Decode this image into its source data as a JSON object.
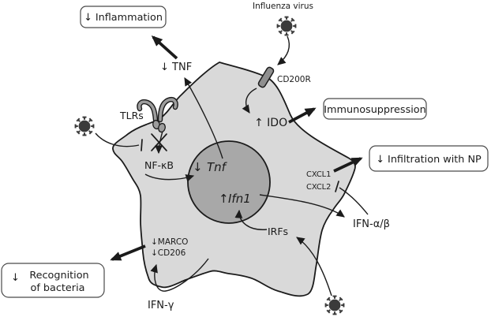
{
  "figure_type": "cell-signaling-pathway-diagram",
  "colors": {
    "background": "#ffffff",
    "cell_fill": "#d9d9d9",
    "nucleus_fill": "#a8a8a8",
    "virus_fill": "#3b3b3b",
    "receptor_gray": "#9d9d9d",
    "outline": "#1b1b1b",
    "box_border": "#4a4a4a"
  },
  "labels": {
    "influenza_virus": "Influenza virus",
    "cd200r": "CD200R",
    "ido": "↑ IDO",
    "tnf_secreted": "↓ TNF",
    "tlrs": "TLRs",
    "nfkb": "NF-κB",
    "cxcl1": "CXCL1",
    "cxcl2": "CXCL2",
    "ifn_alpha_beta": "IFN-α/β",
    "irfs": "IRFs",
    "marco": "↓MARCO",
    "cd206": "↓CD206",
    "ifn_gamma": "IFN-γ"
  },
  "nucleus": {
    "tnf_arrow": "↓",
    "tnf_gene": "Tnf",
    "ifn1_arrow": "↑",
    "ifn1_gene": "Ifn1"
  },
  "boxes": {
    "inflammation": "↓ Inflammation",
    "immunosuppression": "Immunosuppression",
    "infiltration": "↓ Infiltration with NP",
    "recognition_arrow": "↓",
    "recognition_line1": "Recognition",
    "recognition_line2": "of bacteria"
  },
  "relations": [
    {
      "source": "Influenza virus",
      "target": "CD200R",
      "type": "arrow"
    },
    {
      "source": "CD200R",
      "target": "↑ IDO",
      "type": "arrow"
    },
    {
      "source": "↑ IDO",
      "target": "Immunosuppression",
      "type": "thick-arrow"
    },
    {
      "source": "Influenza virus",
      "target": "TLR signaling",
      "type": "inhibition"
    },
    {
      "source": "TLRs",
      "target": "NF-κB",
      "type": "blocked-arrow"
    },
    {
      "source": "NF-κB",
      "target": "Tnf (nucleus)",
      "type": "arrow"
    },
    {
      "source": "Tnf (nucleus)",
      "target": "↓ TNF",
      "type": "arrow"
    },
    {
      "source": "↓ TNF",
      "target": "↓ Inflammation",
      "type": "thick-arrow"
    },
    {
      "source": "Influenza virus",
      "target": "IRFs",
      "type": "arrow"
    },
    {
      "source": "IRFs",
      "target": "Ifn1 (nucleus)",
      "type": "arrow"
    },
    {
      "source": "Ifn1 (nucleus)",
      "target": "IFN-α/β",
      "type": "arrow"
    },
    {
      "source": "IFN-α/β",
      "target": "CXCL2",
      "type": "inhibition"
    },
    {
      "source": "CXCL1",
      "target": "↓ Infiltration with NP",
      "type": "thick-arrow"
    },
    {
      "source": "IFN-γ",
      "target": "↓MARCO ↓CD206",
      "type": "arrow"
    },
    {
      "source": "↓MARCO ↓CD206",
      "target": "↓ Recognition of bacteria",
      "type": "thick-arrow"
    }
  ]
}
